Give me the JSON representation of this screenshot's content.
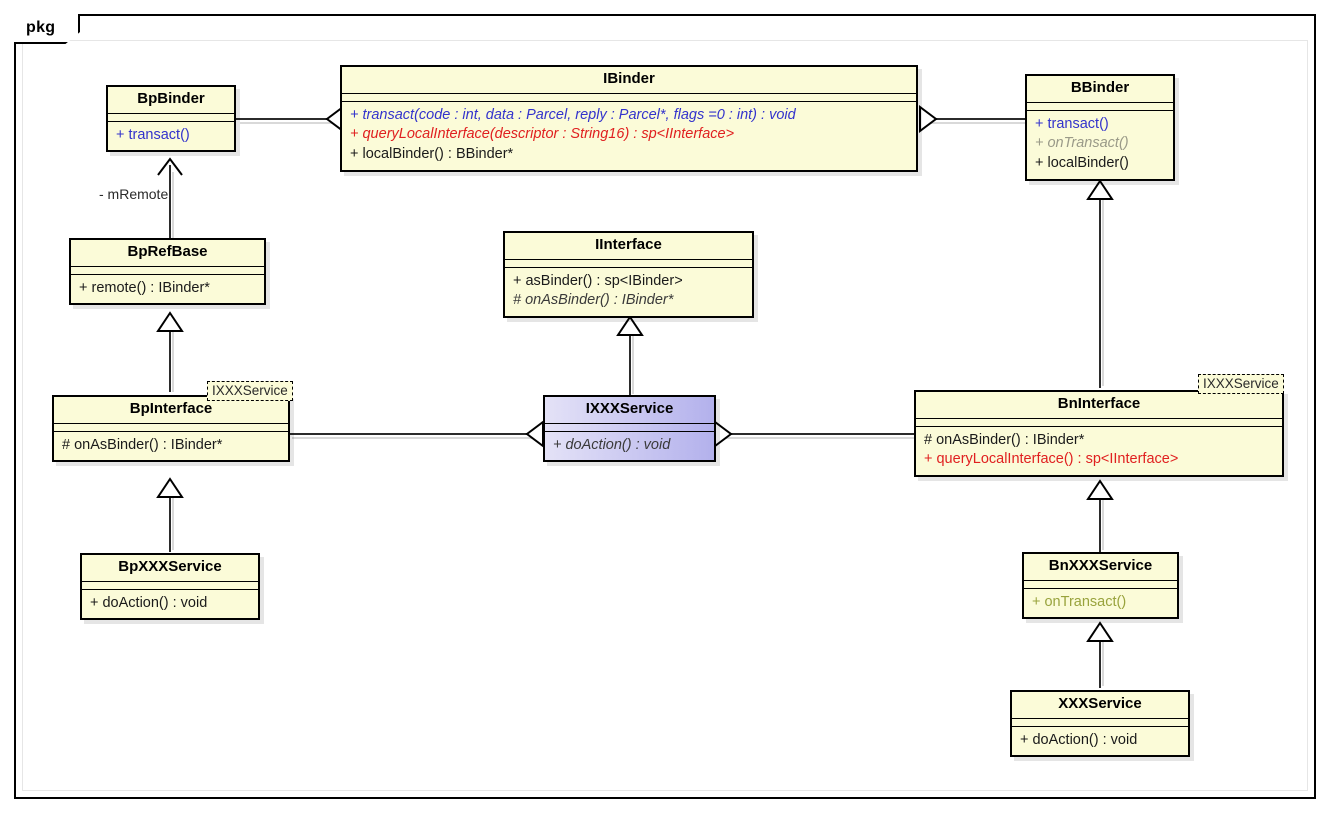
{
  "diagram": {
    "kind": "uml-class-diagram",
    "package_label": "pkg",
    "colors": {
      "class_fill": "#fbfbd8",
      "highlight_fill_start": "#e4e2f7",
      "highlight_fill_end": "#b3b1ec",
      "border": "#000000",
      "blue_member": "#3333cc",
      "red_member": "#e02020",
      "grey_member": "#9a9a88",
      "green_member": "#99a33d",
      "connector": "#2b2b2b"
    }
  },
  "classes": {
    "bp_binder": {
      "name": "BpBinder",
      "operations": [
        {
          "text": "+ transact()",
          "style": "blue-n"
        }
      ]
    },
    "ibinder": {
      "name": "IBinder",
      "operations": [
        {
          "text": "+ transact(code : int, data : Parcel, reply : Parcel*, flags =0 : int) : void",
          "style": "blue"
        },
        {
          "text": "+ queryLocalInterface(descriptor : String16) : sp<IInterface>",
          "style": "red"
        },
        {
          "text": "+ localBinder() : BBinder*",
          "style": "plain"
        }
      ]
    },
    "bbinder": {
      "name": "BBinder",
      "operations": [
        {
          "text": "+ transact()",
          "style": "blue-n"
        },
        {
          "text": "+ onTransact()",
          "style": "grey"
        },
        {
          "text": "+ localBinder()",
          "style": "plain"
        }
      ]
    },
    "bp_ref_base": {
      "name": "BpRefBase",
      "operations": [
        {
          "text": "+ remote() : IBinder*",
          "style": "plain"
        }
      ]
    },
    "iinterface": {
      "name": "IInterface",
      "operations": [
        {
          "text": "+ asBinder() : sp<IBinder>",
          "style": "plain"
        },
        {
          "text": "# onAsBinder() : IBinder*",
          "style": "italw"
        }
      ]
    },
    "bp_interface": {
      "name": "BpInterface",
      "template_param": "IXXXService",
      "operations": [
        {
          "text": "# onAsBinder() : IBinder*",
          "style": "plain"
        }
      ]
    },
    "ixxx_service": {
      "name": "IXXXService",
      "highlighted": true,
      "operations": [
        {
          "text": "+ doAction() : void",
          "style": "italw"
        }
      ]
    },
    "bn_interface": {
      "name": "BnInterface",
      "template_param": "IXXXService",
      "operations": [
        {
          "text": "# onAsBinder() : IBinder*",
          "style": "plain"
        },
        {
          "text": "+ queryLocalInterface() : sp<IInterface>",
          "style": "red-n"
        }
      ]
    },
    "bp_xxx_service": {
      "name": "BpXXXService",
      "operations": [
        {
          "text": "+ doAction() : void",
          "style": "plain"
        }
      ]
    },
    "bn_xxx_service": {
      "name": "BnXXXService",
      "operations": [
        {
          "text": "+ onTransact()",
          "style": "green"
        }
      ]
    },
    "xxx_service": {
      "name": "XXXService",
      "operations": [
        {
          "text": "+ doAction() : void",
          "style": "plain"
        }
      ]
    }
  },
  "edges": {
    "mremote_label": "- mRemote"
  }
}
